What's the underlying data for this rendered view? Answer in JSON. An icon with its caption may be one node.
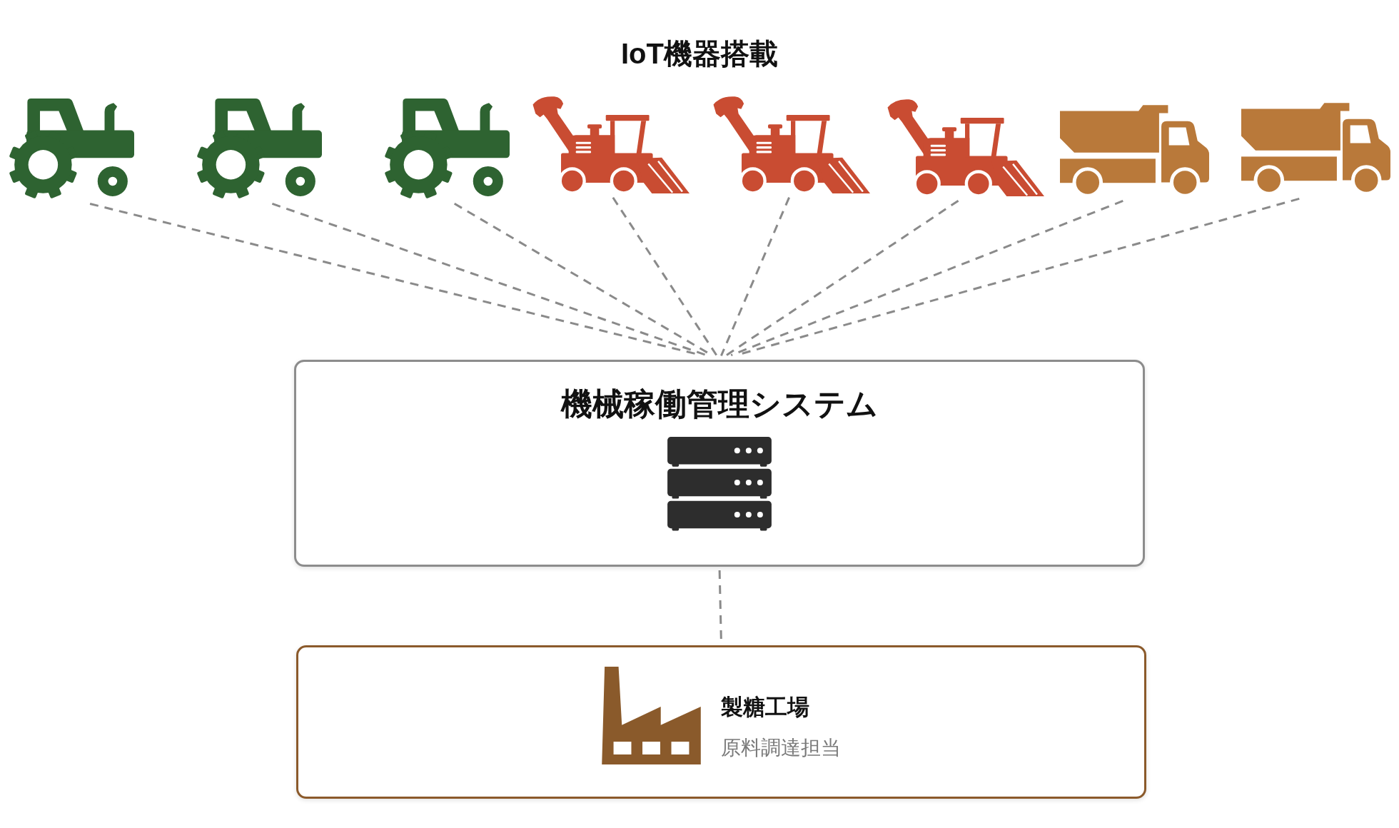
{
  "diagram": {
    "title": "IoT機器搭載",
    "nodes": [
      {
        "text": [],
        "shape": "tractor"
      },
      {
        "text": [],
        "shape": "tractor"
      },
      {
        "text": [],
        "shape": "tractor"
      },
      {
        "text": [],
        "shape": "harvester"
      },
      {
        "text": [],
        "shape": "harvester"
      },
      {
        "text": [],
        "shape": "harvester"
      },
      {
        "text": [],
        "shape": "truck"
      },
      {
        "text": [],
        "shape": "truck"
      },
      {
        "text": [
          "機械稼働管理システム"
        ]
      },
      {
        "text": [
          "製糖工場",
          "原料調達担当"
        ]
      }
    ],
    "edges": [
      {
        "from": 0,
        "to": 8,
        "arrow": "none",
        "style": "dashed"
      },
      {
        "from": 1,
        "to": 8,
        "arrow": "none",
        "style": "dashed"
      },
      {
        "from": 2,
        "to": 8,
        "arrow": "none",
        "style": "dashed"
      },
      {
        "from": 3,
        "to": 8,
        "arrow": "none",
        "style": "dashed"
      },
      {
        "from": 4,
        "to": 8,
        "arrow": "none",
        "style": "dashed"
      },
      {
        "from": 5,
        "to": 8,
        "arrow": "none",
        "style": "dashed"
      },
      {
        "from": 6,
        "to": 8,
        "arrow": "none",
        "style": "dashed"
      },
      {
        "from": 7,
        "to": 8,
        "arrow": "none",
        "style": "dashed"
      },
      {
        "from": 8,
        "to": 9,
        "arrow": "none",
        "style": "dashed"
      }
    ]
  }
}
